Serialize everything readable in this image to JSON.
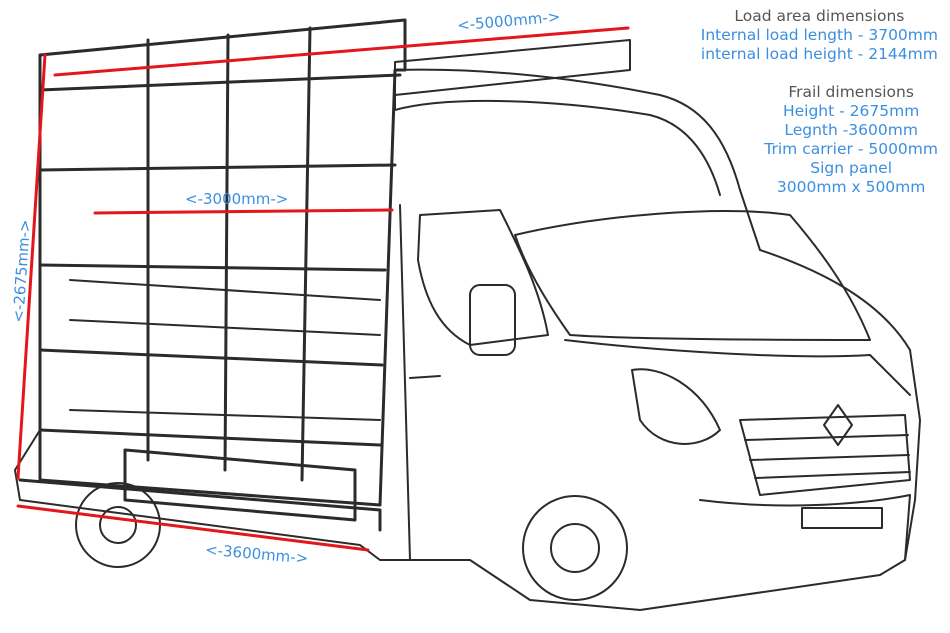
{
  "colors": {
    "dimension_line": "#e3161b",
    "dimension_text": "#3b8fe0",
    "heading_text": "#555555",
    "sketch": "#2b2b2b"
  },
  "dimensions": {
    "top_length": "<-5000mm->",
    "mid_length": "<-3000mm->",
    "height": "<-2675mm->",
    "bottom_length": "<-3600mm->"
  },
  "load_area": {
    "heading": "Load area dimensions",
    "lines": [
      "Internal load length - 3700mm",
      "internal load height - 2144mm"
    ]
  },
  "frail": {
    "heading": "Frail dimensions",
    "lines": [
      "Height - 2675mm",
      "Legnth -3600mm",
      "Trim carrier - 5000mm",
      "Sign panel",
      "3000mm x 500mm"
    ]
  }
}
